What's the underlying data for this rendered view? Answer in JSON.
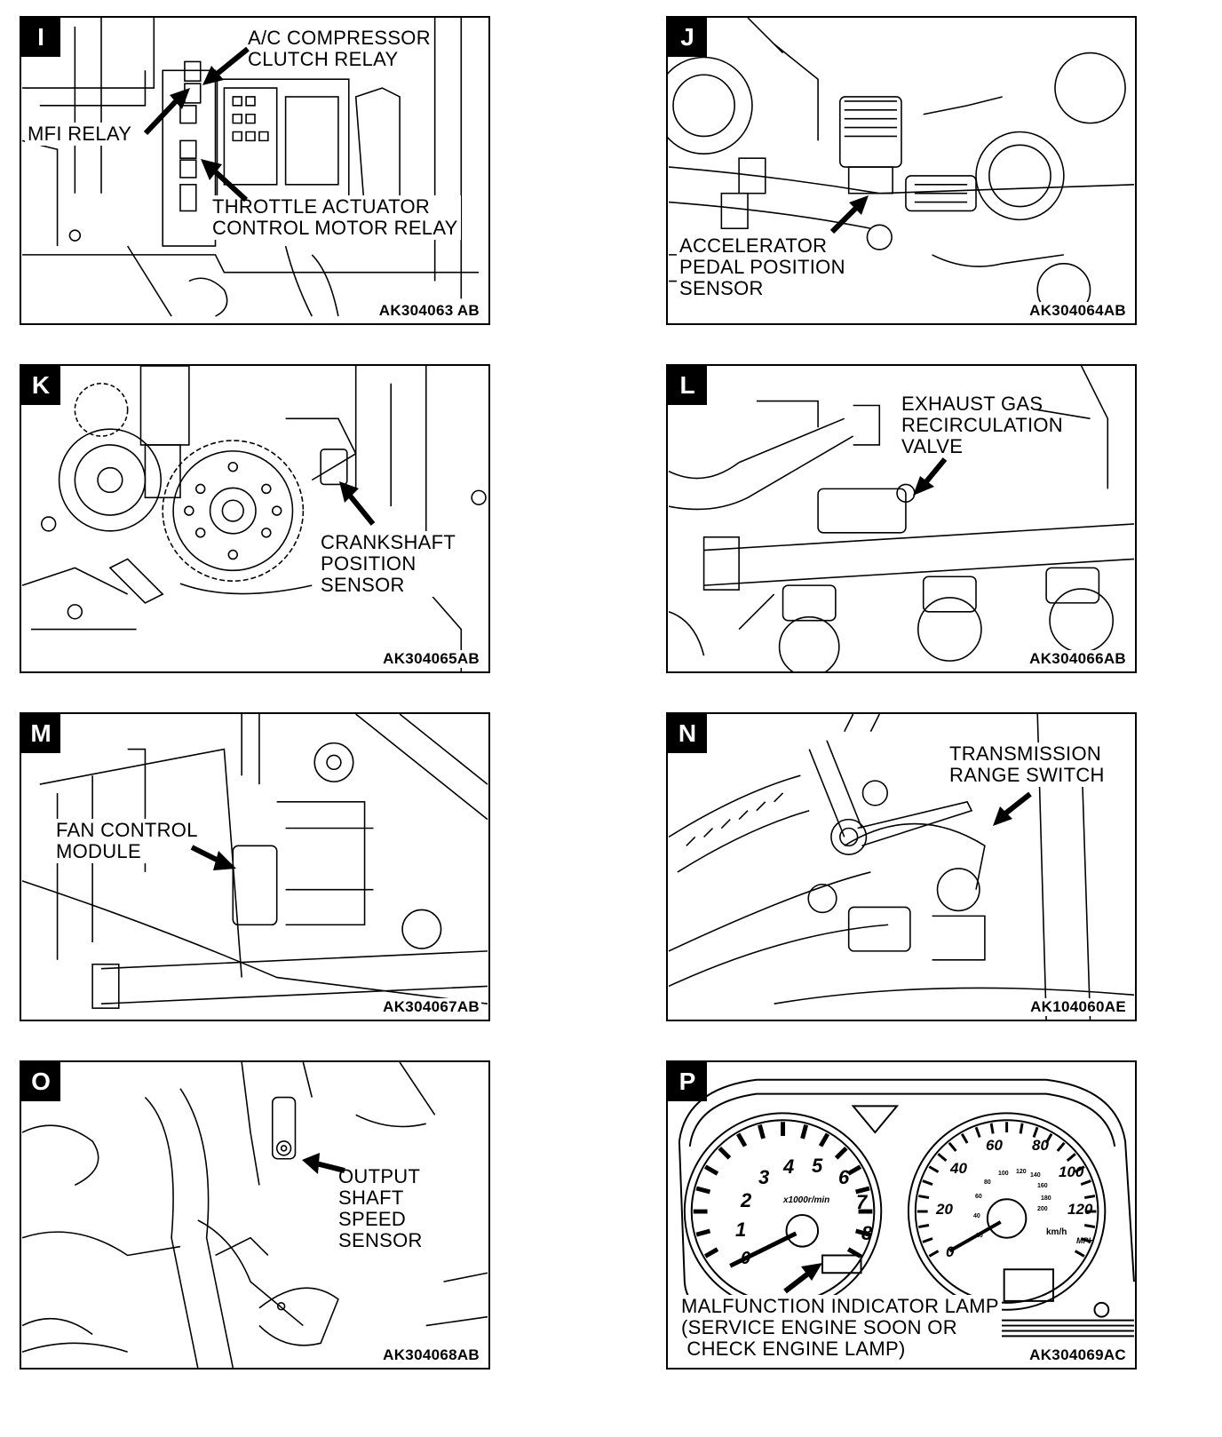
{
  "panels": [
    {
      "letter": "I",
      "code": "AK304063 AB",
      "labels": [
        {
          "lines": [
            "A/C COMPRESSOR",
            "CLUTCH RELAY"
          ]
        },
        {
          "lines": [
            "MFI RELAY"
          ]
        },
        {
          "lines": [
            "THROTTLE ACTUATOR",
            "CONTROL MOTOR RELAY"
          ]
        }
      ]
    },
    {
      "letter": "J",
      "code": "AK304064AB",
      "labels": [
        {
          "lines": [
            "ACCELERATOR",
            "PEDAL POSITION",
            "SENSOR"
          ]
        }
      ]
    },
    {
      "letter": "K",
      "code": "AK304065AB",
      "labels": [
        {
          "lines": [
            "CRANKSHAFT",
            "POSITION",
            "SENSOR"
          ]
        }
      ]
    },
    {
      "letter": "L",
      "code": "AK304066AB",
      "labels": [
        {
          "lines": [
            "EXHAUST GAS",
            "RECIRCULATION",
            "VALVE"
          ]
        }
      ]
    },
    {
      "letter": "M",
      "code": "AK304067AB",
      "labels": [
        {
          "lines": [
            "FAN CONTROL",
            "MODULE"
          ]
        }
      ]
    },
    {
      "letter": "N",
      "code": "AK104060AE",
      "labels": [
        {
          "lines": [
            "TRANSMISSION",
            "RANGE SWITCH"
          ]
        }
      ]
    },
    {
      "letter": "O",
      "code": "AK304068AB",
      "labels": [
        {
          "lines": [
            "OUTPUT",
            "SHAFT",
            "SPEED",
            "SENSOR"
          ]
        }
      ]
    },
    {
      "letter": "P",
      "code": "AK304069AC",
      "labels": [
        {
          "lines": [
            "MALFUNCTION INDICATOR LAMP",
            "(SERVICE ENGINE SOON OR",
            " CHECK ENGINE LAMP)"
          ]
        }
      ],
      "gauges": {
        "tach_numbers": [
          "0",
          "1",
          "2",
          "3",
          "4",
          "5",
          "6",
          "7",
          "8"
        ],
        "tach_unit": "x1000r/min",
        "speed_kmh": [
          "0",
          "20",
          "40",
          "60",
          "80",
          "100",
          "120"
        ],
        "speed_mph": [
          "20",
          "40",
          "60",
          "80",
          "100",
          "120",
          "140",
          "160",
          "180",
          "200"
        ],
        "speed_unit_kmh": "km/h",
        "speed_unit_mph": "MPH"
      }
    }
  ]
}
